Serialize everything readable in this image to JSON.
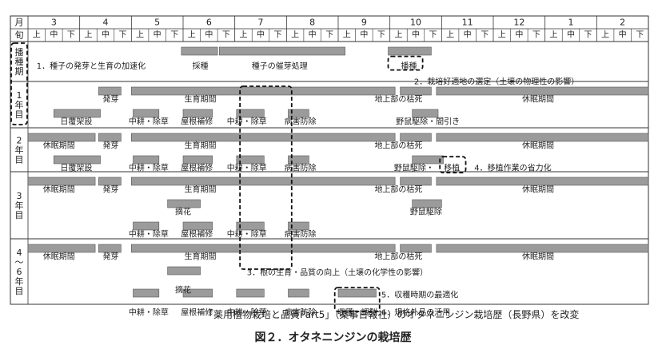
{
  "header": {
    "month_label": "月",
    "period_label": "旬",
    "months": [
      "3",
      "4",
      "5",
      "6",
      "7",
      "8",
      "9",
      "10",
      "11",
      "12",
      "1",
      "2"
    ],
    "subperiods": [
      "上",
      "中",
      "下"
    ]
  },
  "sections": [
    {
      "id": "sowing",
      "label": "播種期"
    },
    {
      "id": "year1",
      "label": "1年目"
    },
    {
      "id": "year2",
      "label": "2年目"
    },
    {
      "id": "year3",
      "label": "3年目"
    },
    {
      "id": "year46",
      "label": "4〜6年目"
    }
  ],
  "bars": [
    {
      "section": "sowing",
      "start": 8.9,
      "end": 11,
      "row": 0
    },
    {
      "section": "sowing",
      "start": 11.1,
      "end": 18.4,
      "row": 0
    },
    {
      "section": "sowing",
      "start": 20.9,
      "end": 23.4,
      "row": 0
    },
    {
      "section": "year1",
      "start": 4.1,
      "end": 5.4,
      "row": 0
    },
    {
      "section": "year1",
      "start": 6,
      "end": 21.3,
      "row": 0
    },
    {
      "section": "year1",
      "start": 21.6,
      "end": 23.4,
      "row": 0
    },
    {
      "section": "year1",
      "start": 23.7,
      "end": 36,
      "row": 0
    },
    {
      "section": "year1",
      "start": 1.5,
      "end": 4.2,
      "row": 1
    },
    {
      "section": "year1",
      "start": 6.1,
      "end": 7.6,
      "row": 1
    },
    {
      "section": "year1",
      "start": 9,
      "end": 10.7,
      "row": 1
    },
    {
      "section": "year1",
      "start": 12.1,
      "end": 13.7,
      "row": 1
    },
    {
      "section": "year1",
      "start": 15.1,
      "end": 16.3,
      "row": 1
    },
    {
      "section": "year1",
      "start": 22.3,
      "end": 23.8,
      "row": 1
    },
    {
      "section": "year2",
      "start": 0,
      "end": 3.9,
      "row": 0
    },
    {
      "section": "year2",
      "start": 4.1,
      "end": 5.4,
      "row": 0
    },
    {
      "section": "year2",
      "start": 6,
      "end": 21.3,
      "row": 0
    },
    {
      "section": "year2",
      "start": 21.6,
      "end": 23.4,
      "row": 0
    },
    {
      "section": "year2",
      "start": 23.7,
      "end": 36,
      "row": 0
    },
    {
      "section": "year2",
      "start": 1.5,
      "end": 4.2,
      "row": 1
    },
    {
      "section": "year2",
      "start": 6.1,
      "end": 7.6,
      "row": 1
    },
    {
      "section": "year2",
      "start": 9,
      "end": 10.7,
      "row": 1
    },
    {
      "section": "year2",
      "start": 12.1,
      "end": 13.7,
      "row": 1
    },
    {
      "section": "year2",
      "start": 15.1,
      "end": 16.3,
      "row": 1
    },
    {
      "section": "year2",
      "start": 22.3,
      "end": 24.1,
      "row": 1
    },
    {
      "section": "year3",
      "start": 0,
      "end": 3.9,
      "row": 0
    },
    {
      "section": "year3",
      "start": 4.1,
      "end": 5.4,
      "row": 0
    },
    {
      "section": "year3",
      "start": 6,
      "end": 21.3,
      "row": 0
    },
    {
      "section": "year3",
      "start": 21.6,
      "end": 23.4,
      "row": 0
    },
    {
      "section": "year3",
      "start": 23.7,
      "end": 36,
      "row": 0
    },
    {
      "section": "year3",
      "start": 8.1,
      "end": 10,
      "row": 1
    },
    {
      "section": "year3",
      "start": 22.3,
      "end": 24,
      "row": 1
    },
    {
      "section": "year3",
      "start": 6.1,
      "end": 7.6,
      "row": 2
    },
    {
      "section": "year3",
      "start": 9,
      "end": 10.7,
      "row": 2
    },
    {
      "section": "year3",
      "start": 12.1,
      "end": 13.7,
      "row": 2
    },
    {
      "section": "year3",
      "start": 15.1,
      "end": 16.3,
      "row": 2
    },
    {
      "section": "year46",
      "start": 0,
      "end": 3.9,
      "row": 0
    },
    {
      "section": "year46",
      "start": 4.1,
      "end": 5.4,
      "row": 0
    },
    {
      "section": "year46",
      "start": 6,
      "end": 21.3,
      "row": 0
    },
    {
      "section": "year46",
      "start": 21.6,
      "end": 23.4,
      "row": 0
    },
    {
      "section": "year46",
      "start": 23.7,
      "end": 36,
      "row": 0
    },
    {
      "section": "year46",
      "start": 8.1,
      "end": 10,
      "row": 1
    },
    {
      "section": "year46",
      "start": 6.1,
      "end": 7.6,
      "row": 2
    },
    {
      "section": "year46",
      "start": 9,
      "end": 10.7,
      "row": 2
    },
    {
      "section": "year46",
      "start": 12.1,
      "end": 13.7,
      "row": 2
    },
    {
      "section": "year46",
      "start": 15.1,
      "end": 16.3,
      "row": 2
    },
    {
      "section": "year46",
      "start": 18,
      "end": 20.2,
      "row": 2
    }
  ],
  "labels": [
    {
      "section": "sowing",
      "text": "1．種子の発芽と生育の加速化",
      "at": 0.5,
      "row": 0.7,
      "anchor": "start"
    },
    {
      "section": "sowing",
      "text": "採種",
      "at": 10,
      "row": 0.7
    },
    {
      "section": "sowing",
      "text": "種子の催芽処理",
      "at": 14.6,
      "row": 0.7
    },
    {
      "section": "sowing",
      "text": "播種",
      "at": 22.1,
      "row": 0.7
    },
    {
      "section": "sowing",
      "text": "2．栽培好適地の選定（土壌の物理性の影響）",
      "at": 22.4,
      "row": 1.4,
      "anchor": "start"
    },
    {
      "section": "year1",
      "text": "発芽",
      "at": 4.8,
      "row": 0.4
    },
    {
      "section": "year1",
      "text": "生育期間",
      "at": 10,
      "row": 0.4
    },
    {
      "section": "year1",
      "text": "地上部の枯死",
      "at": 21.5,
      "row": 0.4
    },
    {
      "section": "year1",
      "text": "休眠期間",
      "at": 29.6,
      "row": 0.4
    },
    {
      "section": "year1",
      "text": "日覆架設",
      "at": 2.8,
      "row": 1.4
    },
    {
      "section": "year1",
      "text": "中耕・除草",
      "at": 7,
      "row": 1.4
    },
    {
      "section": "year1",
      "text": "屋根補修",
      "at": 9.8,
      "row": 1.4
    },
    {
      "section": "year1",
      "text": "中耕・除草",
      "at": 12.7,
      "row": 1.4
    },
    {
      "section": "year1",
      "text": "病害防除",
      "at": 15.8,
      "row": 1.4
    },
    {
      "section": "year1",
      "text": "野鼠駆除・間引き",
      "at": 23.2,
      "row": 1.4
    },
    {
      "section": "year2",
      "text": "休眠期間",
      "at": 1.8,
      "row": 0.4
    },
    {
      "section": "year2",
      "text": "発芽",
      "at": 4.8,
      "row": 0.4
    },
    {
      "section": "year2",
      "text": "生育期間",
      "at": 10,
      "row": 0.4
    },
    {
      "section": "year2",
      "text": "地上部の枯死",
      "at": 21.5,
      "row": 0.4
    },
    {
      "section": "year2",
      "text": "休眠期間",
      "at": 29.6,
      "row": 0.4
    },
    {
      "section": "year2",
      "text": "日覆架設",
      "at": 2.8,
      "row": 1.4
    },
    {
      "section": "year2",
      "text": "中耕・除草",
      "at": 7,
      "row": 1.4
    },
    {
      "section": "year2",
      "text": "屋根補修",
      "at": 9.8,
      "row": 1.4
    },
    {
      "section": "year2",
      "text": "中耕・除草",
      "at": 12.7,
      "row": 1.4
    },
    {
      "section": "year2",
      "text": "病害防除",
      "at": 15.8,
      "row": 1.4
    },
    {
      "section": "year2",
      "text": "野鼠駆除・",
      "at": 22.4,
      "row": 1.4
    },
    {
      "section": "year2",
      "text": "移植",
      "at": 24.6,
      "row": 1.4
    },
    {
      "section": "year2",
      "text": "4．移植作業の省力化",
      "at": 25.9,
      "row": 1.4,
      "anchor": "start"
    },
    {
      "section": "year3",
      "text": "休眠期間",
      "at": 1.8,
      "row": 0.4
    },
    {
      "section": "year3",
      "text": "発芽",
      "at": 4.8,
      "row": 0.4
    },
    {
      "section": "year3",
      "text": "生育期間",
      "at": 10,
      "row": 0.4
    },
    {
      "section": "year3",
      "text": "地上部の枯死",
      "at": 21.5,
      "row": 0.4
    },
    {
      "section": "year3",
      "text": "休眠期間",
      "at": 29.6,
      "row": 0.4
    },
    {
      "section": "year3",
      "text": "摘花",
      "at": 9,
      "row": 1.4
    },
    {
      "section": "year3",
      "text": "野鼠駆除",
      "at": 23.1,
      "row": 1.4
    },
    {
      "section": "year3",
      "text": "中耕・除草",
      "at": 7,
      "row": 2.4
    },
    {
      "section": "year3",
      "text": "屋根補修",
      "at": 9.8,
      "row": 2.4
    },
    {
      "section": "year3",
      "text": "中耕・除草",
      "at": 12.7,
      "row": 2.4
    },
    {
      "section": "year3",
      "text": "病害防除",
      "at": 15.8,
      "row": 2.4
    },
    {
      "section": "year46",
      "text": "休眠期間",
      "at": 1.8,
      "row": 0.4
    },
    {
      "section": "year46",
      "text": "発芽",
      "at": 4.8,
      "row": 0.4
    },
    {
      "section": "year46",
      "text": "生育期間",
      "at": 10,
      "row": 0.4
    },
    {
      "section": "year46",
      "text": "地上部の枯死",
      "at": 21.5,
      "row": 0.4
    },
    {
      "section": "year46",
      "text": "休眠期間",
      "at": 29.6,
      "row": 0.4
    },
    {
      "section": "year46",
      "text": "3．根の生育・品質の向上（土壌の化学性の影響）",
      "at": 12.7,
      "row": 1.1,
      "anchor": "start"
    },
    {
      "section": "year46",
      "text": "摘花",
      "at": 9,
      "row": 1.9
    },
    {
      "section": "year46",
      "text": "5．収穫時期の最適化",
      "at": 20.5,
      "row": 2.1,
      "anchor": "start"
    },
    {
      "section": "year46",
      "text": "中耕・除草",
      "at": 7,
      "row": 2.9
    },
    {
      "section": "year46",
      "text": "屋根補修",
      "at": 9.8,
      "row": 2.9
    },
    {
      "section": "year46",
      "text": "中耕・除草",
      "at": 12.7,
      "row": 2.9
    },
    {
      "section": "year46",
      "text": "病害防除",
      "at": 15.8,
      "row": 2.9
    },
    {
      "section": "year46",
      "text": "収穫・調製",
      "at": 19.1,
      "row": 2.9
    },
    {
      "section": "year46",
      "text": "6．規格外品の活用",
      "at": 20.5,
      "row": 2.9,
      "anchor": "start"
    }
  ],
  "highlights": [
    {
      "name": "sowing-period-highlight",
      "kind": "label-column"
    },
    {
      "name": "growth-period-highlight",
      "start": 12.3,
      "end": 15.3
    },
    {
      "name": "sowing-highlight",
      "start": 20.9,
      "end": 22.9
    },
    {
      "name": "transplant-highlight",
      "start": 23.9,
      "end": 25.4
    },
    {
      "name": "harvest-highlight",
      "start": 17.8,
      "end": 20.4
    }
  ],
  "caption": {
    "source": "「薬用植物栽培と品質Part5」（薬事日報社）のオタネニンジン栽培歴（長野県）を改変",
    "title": "図２．オタネニンジンの栽培歴"
  }
}
